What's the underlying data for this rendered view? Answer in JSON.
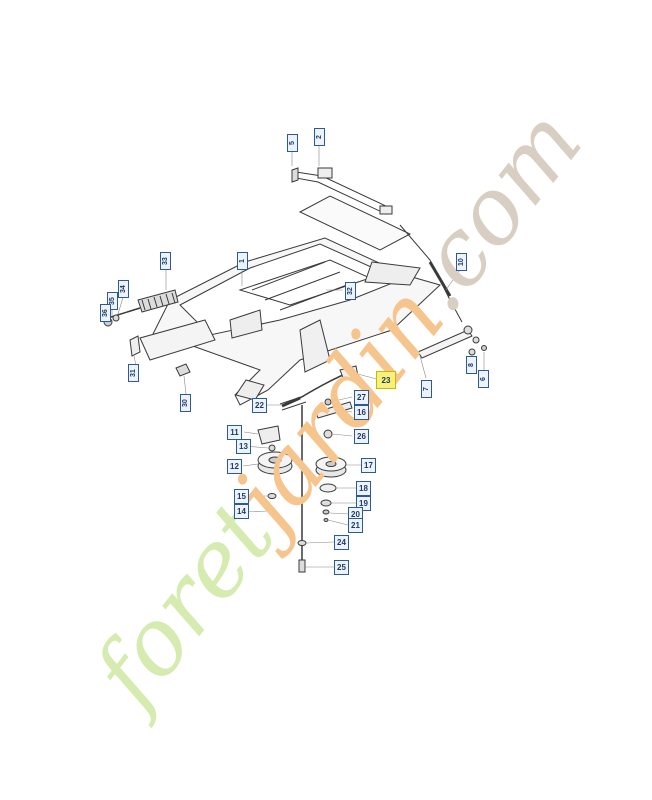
{
  "watermark": {
    "text_main": "foret",
    "text_accent": "jardin",
    "text_tail": ".com",
    "color_main": "#d6ebb0",
    "color_accent": "#f6c58e",
    "color_tail": "#d8cfc2"
  },
  "callouts": {
    "c1": "1",
    "c2": "2",
    "c5": "5",
    "c6": "6",
    "c7": "7",
    "c8": "8",
    "c10": "10",
    "c11": "11",
    "c12": "12",
    "c13": "13",
    "c14": "14",
    "c15": "15",
    "c16": "16",
    "c17": "17",
    "c18": "18",
    "c19": "19",
    "c20": "20",
    "c21": "21",
    "c22": "22",
    "c23": "23",
    "c24": "24",
    "c25": "25",
    "c26": "26",
    "c27": "27",
    "c30": "30",
    "c31": "31",
    "c32": "32",
    "c33": "33",
    "c34": "34",
    "c35": "35",
    "c36": "36"
  },
  "colors": {
    "callout_border": "#2a5a9a",
    "highlight": "#f7f07a",
    "line_art": "#3a3a3a"
  }
}
